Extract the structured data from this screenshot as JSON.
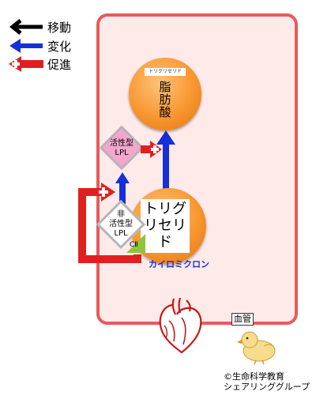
{
  "legend": {
    "move_label": "移動",
    "change_label": "変化",
    "promote_label": "促進"
  },
  "fatty_acid": {
    "tag": "トリグリセリド",
    "label_lines": [
      "脂",
      "肪",
      "酸"
    ]
  },
  "triglyceride": {
    "label_lines": [
      "トリグ",
      "リセリ",
      "ド"
    ]
  },
  "active_lpl": {
    "label_lines": [
      "活性型",
      "LPL"
    ]
  },
  "inactive_lpl": {
    "label_lines": [
      "非",
      "活性型",
      "LPL"
    ]
  },
  "apo_c2_label": "CⅡ",
  "chylomicron_label": "カイロミクロン",
  "blood_vessel_label": "血管",
  "credit_lines": [
    "©生命科学教育",
    "シェアリンググループ"
  ],
  "colors": {
    "move": "#000000",
    "change": "#1530d8",
    "promote": "#e02020",
    "vessel_border": "#e85a5a",
    "vessel_fill": "#ffeaea",
    "orange": "#f8962f",
    "active_lpl": "#f4a6cf",
    "inactive_lpl": "#ffffff",
    "apo_c2": "#8cc63f"
  }
}
